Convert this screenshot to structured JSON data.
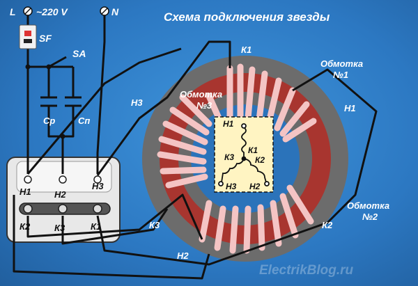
{
  "title": "Схема подключения звезды",
  "supply": {
    "line": "L",
    "voltage": "~220 V",
    "neutral": "N"
  },
  "breaker": "SF",
  "switch": "SA",
  "capacitors": {
    "run": "Ср",
    "start": "Сп"
  },
  "terminal_box": {
    "top": [
      "Н1",
      "Н2",
      "Н3"
    ],
    "bottom": [
      "К2",
      "К3",
      "К1"
    ]
  },
  "windings": {
    "w1": {
      "label": "Обмотка",
      "number": "№1"
    },
    "w2": {
      "label": "Обмотка",
      "number": "№2"
    },
    "w3": {
      "label": "Обмотка",
      "number": "№3"
    }
  },
  "leads": {
    "k1": "К1",
    "h1": "Н1",
    "k2": "К2",
    "h2": "Н2",
    "k3": "К3",
    "h3": "Н3"
  },
  "star": {
    "h1": "Н1",
    "h2": "Н2",
    "h3": "Н3",
    "k1": "К1",
    "k2": "К2",
    "k3": "К3"
  },
  "watermark": "ElectrikBlog.ru",
  "colors": {
    "background": "#2f7fc9",
    "stator_outer": "#6b6b6b",
    "winding_band": "#a8352f",
    "coil": "#f4c6c6",
    "center": "#fff4c2"
  }
}
